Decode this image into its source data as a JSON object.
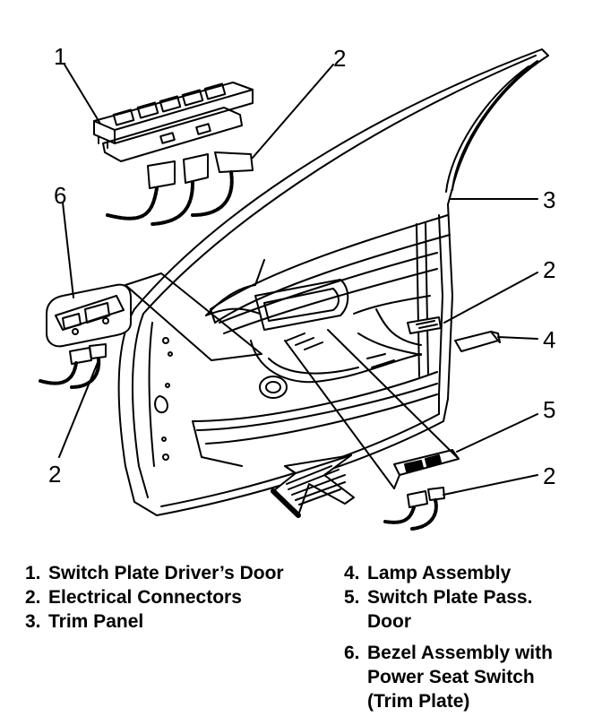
{
  "callouts": {
    "c1": "1",
    "c2_top": "2",
    "c6": "6",
    "c3": "3",
    "c2_right": "2",
    "c4": "4",
    "c2_left": "2",
    "c5": "5",
    "c2_bottom": "2"
  },
  "legend_left": [
    {
      "num": "1.",
      "text": "Switch Plate Driver’s Door"
    },
    {
      "num": "2.",
      "text": "Electrical Connectors"
    },
    {
      "num": "3.",
      "text": "Trim Panel"
    }
  ],
  "legend_right": [
    {
      "num": "4.",
      "lines": [
        "Lamp Assembly"
      ]
    },
    {
      "num": "5.",
      "lines": [
        "Switch Plate  Pass.",
        "Door"
      ]
    },
    {
      "num": "6.",
      "lines": [
        "Bezel Assembly with",
        "Power Seat Switch",
        "(Trim Plate)"
      ]
    }
  ]
}
